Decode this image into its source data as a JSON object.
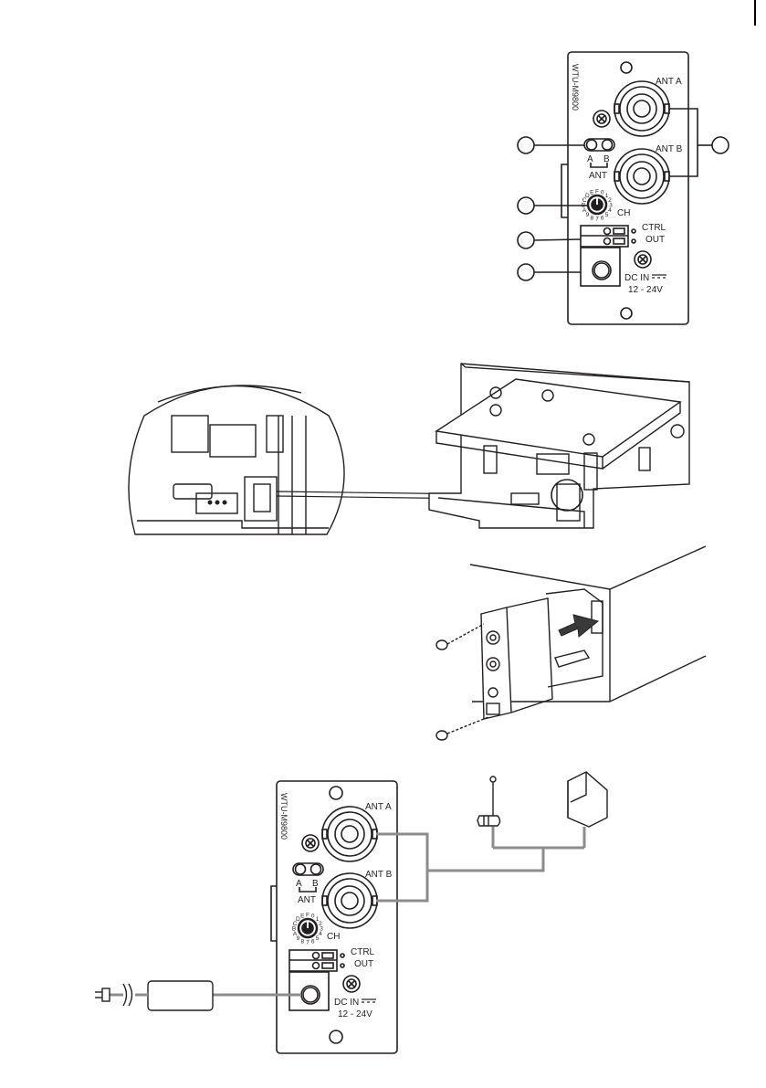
{
  "panel_top": {
    "model": "WTU-M9800",
    "ant_a": "ANT A",
    "ant_b": "ANT B",
    "led_a": "A",
    "led_b": "B",
    "ant": "ANT",
    "ch": "CH",
    "ctrl": "CTRL",
    "out": "OUT",
    "dc_in": "DC IN",
    "voltage": "12 - 24V",
    "dial_chars": [
      "F",
      "0",
      "1",
      "2",
      "3",
      "4",
      "5",
      "6",
      "7",
      "8",
      "9",
      "A",
      "B",
      "C",
      "D",
      "E"
    ]
  },
  "panel_bottom": {
    "model": "WTU-M9800",
    "ant_a": "ANT A",
    "ant_b": "ANT B",
    "led_a": "A",
    "led_b": "B",
    "ant": "ANT",
    "ch": "CH",
    "ctrl": "CTRL",
    "out": "OUT",
    "dc_in": "DC IN",
    "voltage": "12 - 24V",
    "dial_chars": [
      "F",
      "0",
      "1",
      "2",
      "3",
      "4",
      "5",
      "6",
      "7",
      "8",
      "9",
      "A",
      "B",
      "C",
      "D",
      "E"
    ]
  },
  "colors": {
    "line": "#231f20",
    "cable": "#8c8c8c",
    "arrow": "#3a3a3a"
  }
}
